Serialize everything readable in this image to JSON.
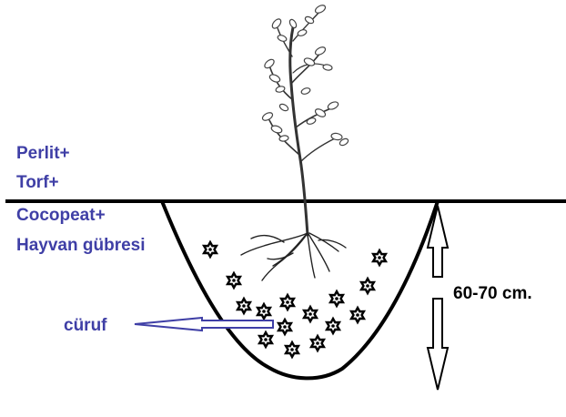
{
  "soil_mix": {
    "line1": "Perlit+",
    "line2": "Torf+",
    "line3": "Cocopeat+",
    "line4": "Hayvan gübresi"
  },
  "slag_label": "cüruf",
  "depth_label": "60-70 cm.",
  "colors": {
    "label_text": "#3f3fa6",
    "arrow_outline": "#3f3fa6",
    "line": "#000000",
    "background": "#ffffff"
  }
}
